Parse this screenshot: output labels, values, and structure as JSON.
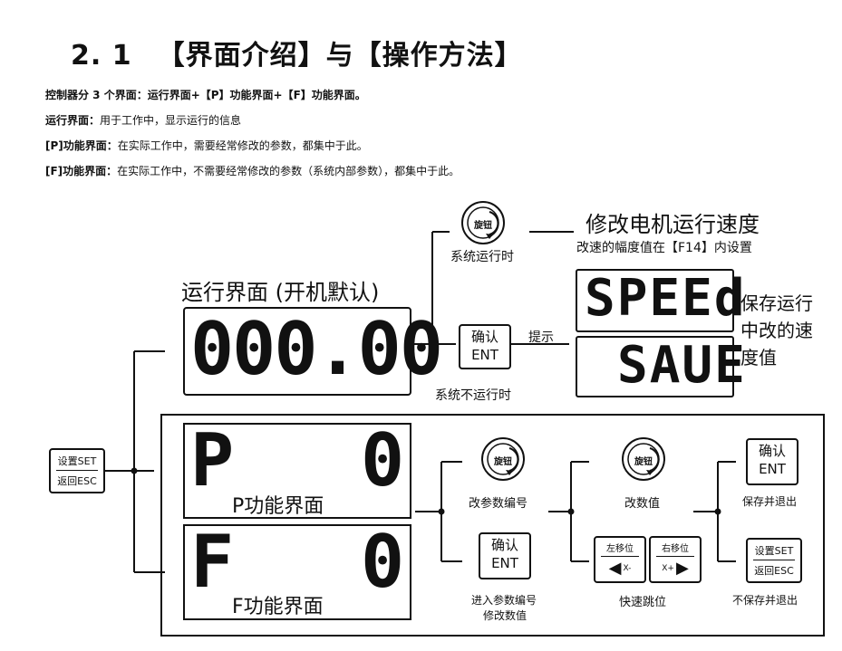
{
  "header": {
    "section_number": "2. 1",
    "section_title": "【界面介绍】与【操作方法】"
  },
  "intro": {
    "line1": "控制器分 3 个界面：运行界面+【P】功能界面+【F】功能界面。",
    "line2_label": "运行界面：",
    "line2_text": "用于工作中，显示运行的信息",
    "line3_label": "[P]功能界面：",
    "line3_text": "在实际工作中，需要经常修改的参数，都集中于此。",
    "line4_label": "[F]功能界面：",
    "line4_text": "在实际工作中，不需要经常修改的参数（系统内部参数），都集中于此。"
  },
  "diagram": {
    "run_screen_title": "运行界面 (开机默认)",
    "run_display": "000.00",
    "knob_label": "旋钮",
    "system_running": "系统运行时",
    "modify_speed_title": "修改电机运行速度",
    "modify_speed_note": "改速的幅度值在【F14】内设置",
    "speed_display": "SPEEd",
    "save_display": "SAUE",
    "save_note": "保存运行中改的速度值",
    "confirm_button": {
      "line1": "确认",
      "line2": "ENT"
    },
    "hint": "提示",
    "system_not_running": "系统不运行时",
    "setup_button": {
      "line1": "设置SET",
      "line2": "返回ESC"
    },
    "p_screen": {
      "letter": "P",
      "label": "P功能界面",
      "digit": "0"
    },
    "f_screen": {
      "letter": "F",
      "label": "F功能界面",
      "digit": "0"
    },
    "change_param_number": "改参数编号",
    "enter_param": "进入参数编号",
    "modify_value": "修改数值",
    "change_value": "改数值",
    "left_shift": {
      "top": "左移位",
      "bottom": "X-"
    },
    "right_shift": {
      "top": "右移位",
      "bottom": "X+"
    },
    "quick_jump": "快速跳位",
    "save_and_exit": "保存并退出",
    "no_save_exit": "不保存并退出"
  }
}
